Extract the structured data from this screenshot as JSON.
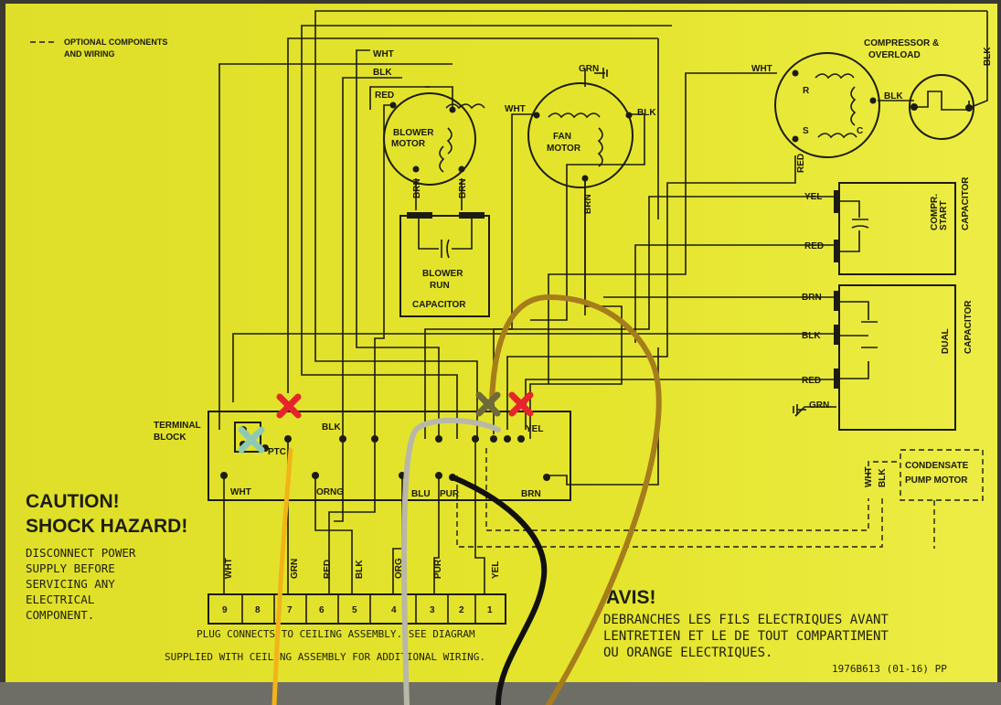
{
  "colors": {
    "sheet": "#e3e32c",
    "ink": "#1c1c14",
    "wire_orange": "#f2b418",
    "wire_gray": "#b9b7a8",
    "wire_black": "#111111",
    "wire_brown": "#a67d1b",
    "mark_red": "#e5252b",
    "mark_olive": "#6f6a3a",
    "mark_teal": "#8ec9b3"
  },
  "legend": {
    "line1": "OPTIONAL COMPONENTS",
    "line2": "AND WIRING"
  },
  "components": {
    "compressor_line1": "COMPRESSOR &",
    "compressor_line2": "OVERLOAD",
    "blower_motor_line1": "BLOWER",
    "blower_motor_line2": "MOTOR",
    "fan_motor_line1": "FAN",
    "fan_motor_line2": "MOTOR",
    "blower_cap_line1": "BLOWER",
    "blower_cap_line2": "RUN",
    "blower_cap_line3": "CAPACITOR",
    "start_cap_line1": "COMPR.",
    "start_cap_line2": "START",
    "start_cap_line3": "CAPACITOR",
    "dual_cap_line1": "DUAL",
    "dual_cap_line2": "CAPACITOR",
    "terminal_block_line1": "TERMINAL",
    "terminal_block_line2": "BLOCK",
    "ptc": "PTC",
    "condensate_line1": "CONDENSATE",
    "condensate_line2": "PUMP MOTOR",
    "comp_r": "R",
    "comp_s": "S",
    "comp_c": "C"
  },
  "wire_labels": {
    "wht": "WHT",
    "blk": "BLK",
    "red": "RED",
    "grn": "GRN",
    "brn": "BRN",
    "yel": "YEL",
    "orng": "ORNG",
    "blu": "BLU",
    "pur": "PUR",
    "org": "ORG"
  },
  "plug": {
    "pins": [
      "9",
      "8",
      "7",
      "6",
      "5",
      "4",
      "3",
      "2",
      "1"
    ],
    "pin_wires": [
      "WHT",
      "",
      "GRN",
      "RED",
      "BLK",
      "ORG",
      "PUR",
      "",
      "YEL"
    ],
    "note_line1": "PLUG CONNECTS TO CEILING ASSEMBLY.  SEE DIAGRAM",
    "note_line2": "SUPPLIED WITH CEILING ASSEMBLY FOR ADDITIONAL WIRING."
  },
  "caution": {
    "title1": "CAUTION!",
    "title2": "SHOCK HAZARD!",
    "line1": "DISCONNECT POWER",
    "line2": "SUPPLY BEFORE",
    "line3": "SERVICING ANY",
    "line4": "ELECTRICAL",
    "line5": "COMPONENT."
  },
  "avis": {
    "title": "AVIS!",
    "line1": "DEBRANCHES LES FILS ELECTRIQUES AVANT",
    "line2": "LENTRETIEN ET LE DE TOUT COMPARTIMENT",
    "line3": "OU ORANGE ELECTRIQUES."
  },
  "part_number": "1976B613   (01-16) PP"
}
